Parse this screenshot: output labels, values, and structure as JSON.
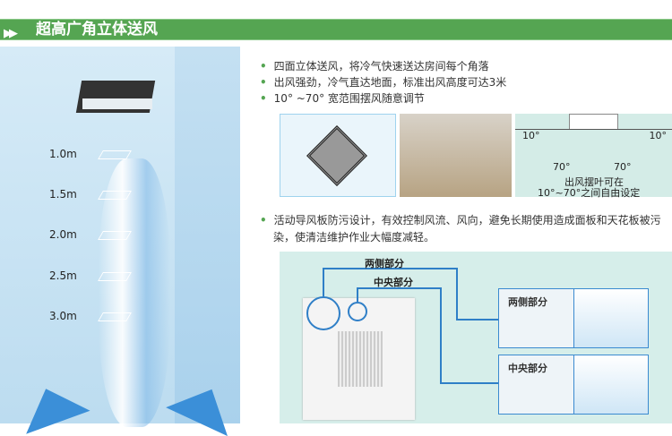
{
  "header": {
    "title": "超高广角立体送风",
    "icon": "double-arrow-icon"
  },
  "left": {
    "heights": [
      "1.0m",
      "1.5m",
      "2.0m",
      "2.5m",
      "3.0m"
    ]
  },
  "bullets": [
    "四面立体送风，将冷气快速送达房间每个角落",
    "出风强劲，冷气直达地面，标准出风高度可达3米",
    "10°  ~70°  宽范围摆风随意调节"
  ],
  "angle_diagram": {
    "left_top": "10°",
    "right_top": "10°",
    "left_bottom": "70°",
    "right_bottom": "70°",
    "caption1": "出风摆叶可在",
    "caption2": "10°~70°之间自由设定"
  },
  "bullet4_line1": "活动导风板防污设计，有效控制风流、风向，避免长期使用造成面板和天花板被污",
  "bullet4_line2": "染，使清洁维护作业大幅度减轻。",
  "callouts": {
    "sides": "两侧部分",
    "center": "中央部分",
    "box_sides": "两侧部分",
    "box_center": "中央部分"
  },
  "colors": {
    "green": "#55a552",
    "blue": "#2f7fc7"
  }
}
